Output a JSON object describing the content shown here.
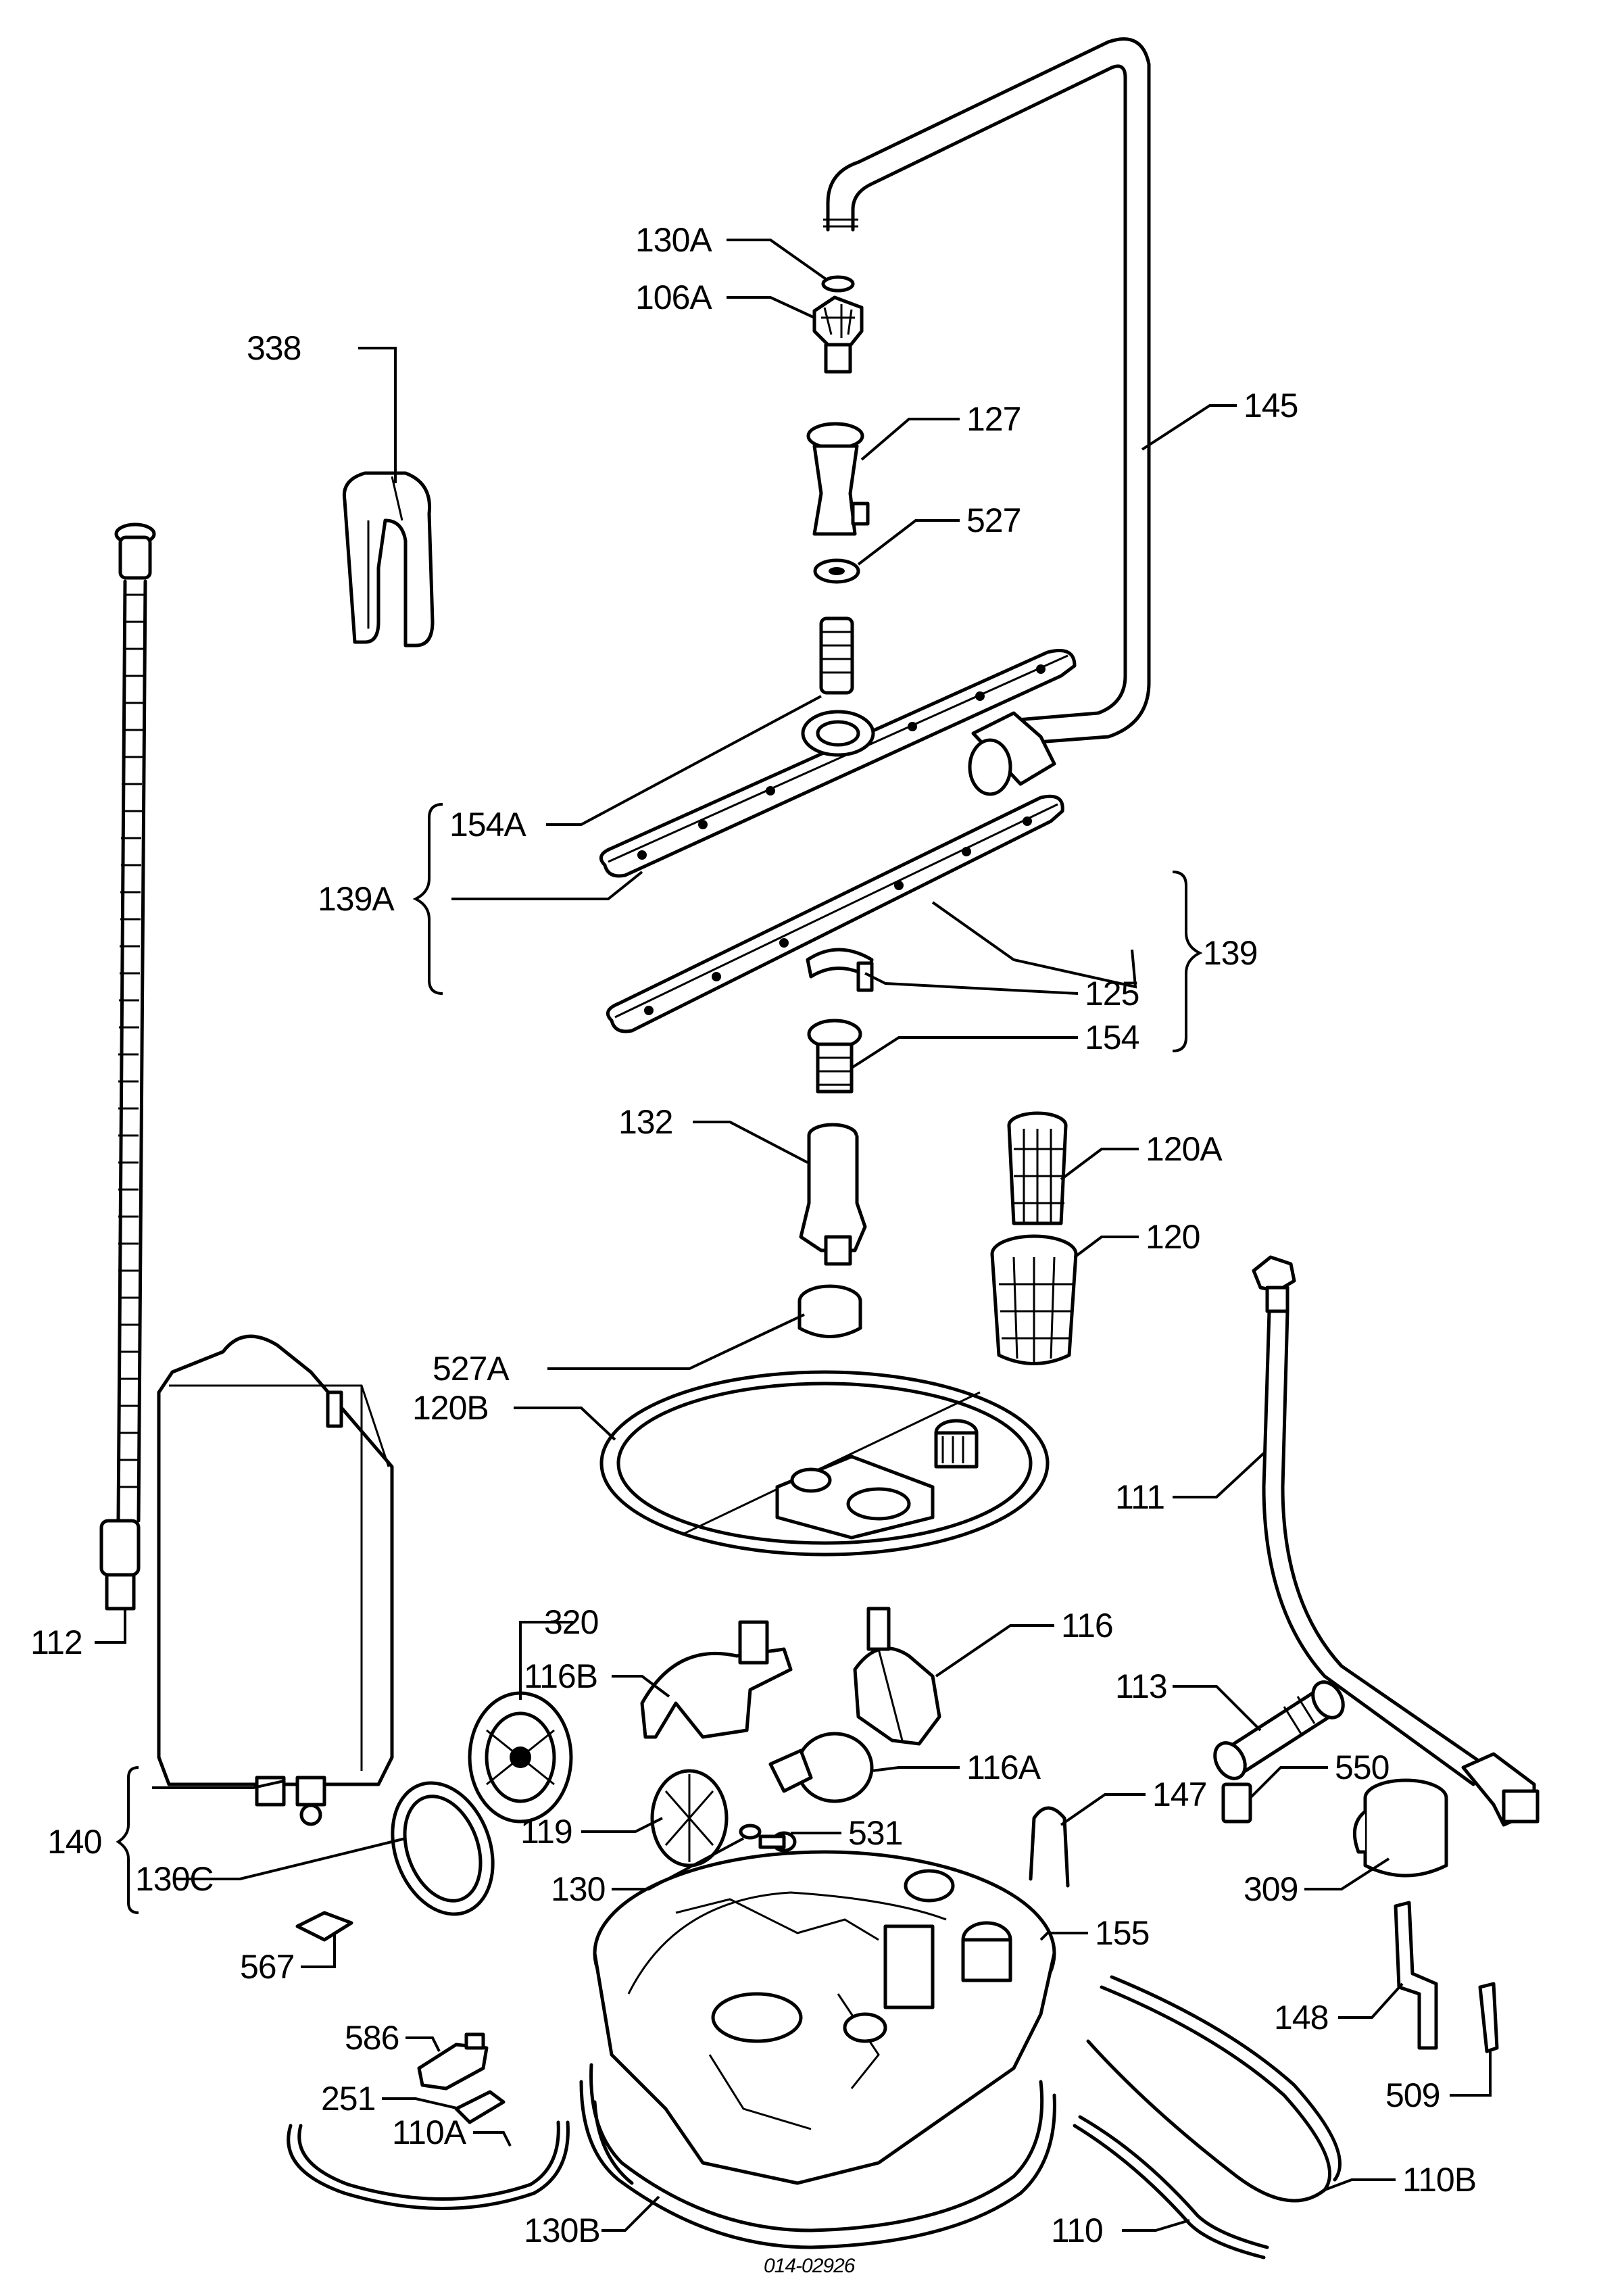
{
  "drawing_number": "014-02926",
  "labels": {
    "p130A": "130A",
    "p106A": "106A",
    "p338": "338",
    "p127": "127",
    "p145": "145",
    "p527": "527",
    "p154A": "154A",
    "p139A": "139A",
    "p125": "125",
    "p139": "139",
    "p154": "154",
    "p132": "132",
    "p120A": "120A",
    "p120": "120",
    "p527A": "527A",
    "p120B": "120B",
    "p111": "111",
    "p112": "112",
    "p320": "320",
    "p116B": "116B",
    "p116": "116",
    "p113": "113",
    "p550": "550",
    "p116A": "116A",
    "p147": "147",
    "p140": "140",
    "p130C": "130C",
    "p119": "119",
    "p531": "531",
    "p130": "130",
    "p309": "309",
    "p155": "155",
    "p567": "567",
    "p148": "148",
    "p586": "586",
    "p509": "509",
    "p251": "251",
    "p110A": "110A",
    "p110B": "110B",
    "p130B": "130B",
    "p110": "110"
  }
}
